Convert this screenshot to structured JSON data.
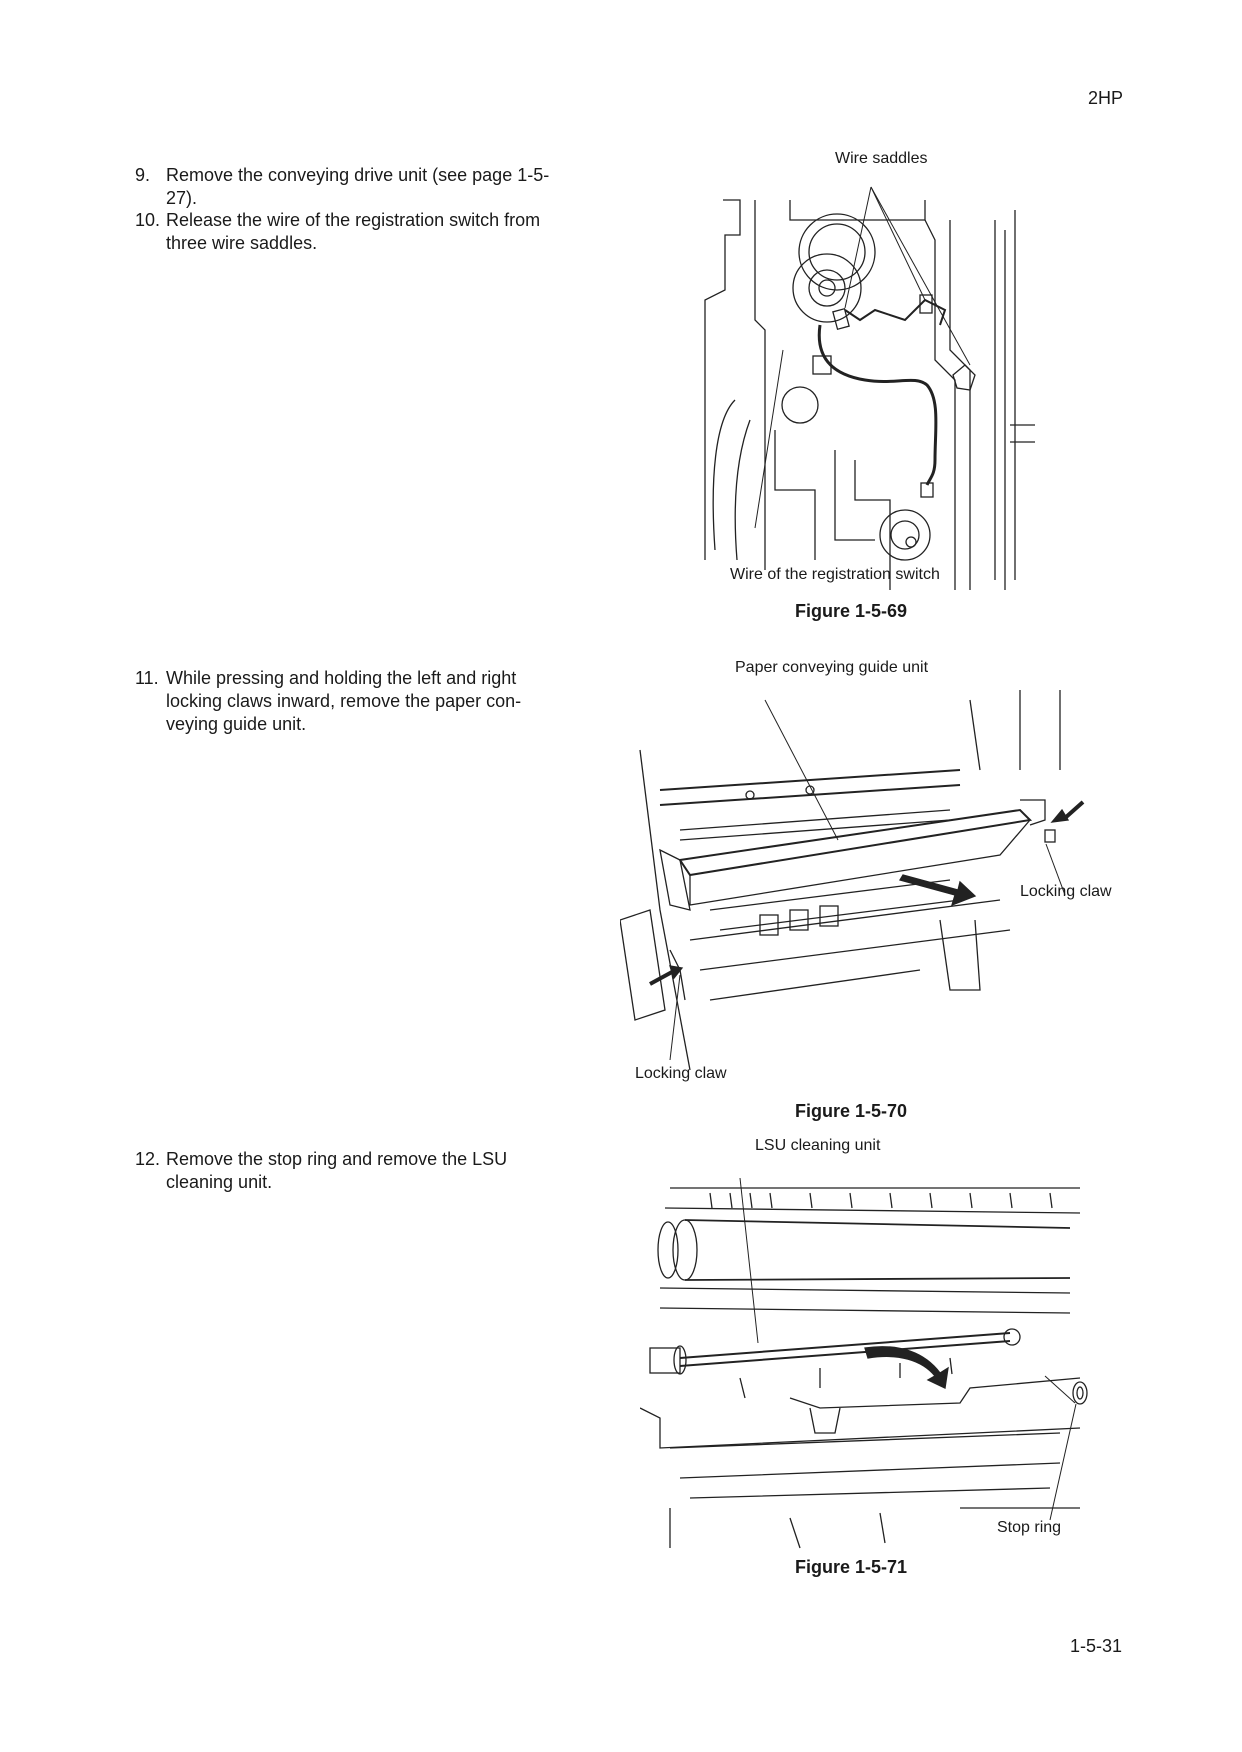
{
  "header": {
    "model_code": "2HP"
  },
  "footer": {
    "page_number": "1-5-31"
  },
  "steps": [
    {
      "num": "9.",
      "text": "Remove the conveying drive unit (see page 1-5-27)."
    },
    {
      "num": "10.",
      "text": "Release the wire of the registration switch from three wire saddles."
    },
    {
      "num": "11.",
      "text": "While pressing and holding the left and right locking claws inward, remove the paper con-veying guide unit."
    },
    {
      "num": "12.",
      "text": "Remove the stop ring and remove the LSU cleaning unit."
    }
  ],
  "figures": [
    {
      "caption": "Figure 1-5-69",
      "callouts": {
        "wire_saddles": "Wire saddles",
        "registration_wire": "Wire of the registration switch"
      }
    },
    {
      "caption": "Figure 1-5-70",
      "callouts": {
        "guide_unit": "Paper conveying guide unit",
        "claw_right": "Locking claw",
        "claw_left": "Locking claw"
      }
    },
    {
      "caption": "Figure 1-5-71",
      "callouts": {
        "lsu_unit": "LSU cleaning unit",
        "stop_ring": "Stop ring"
      }
    }
  ]
}
